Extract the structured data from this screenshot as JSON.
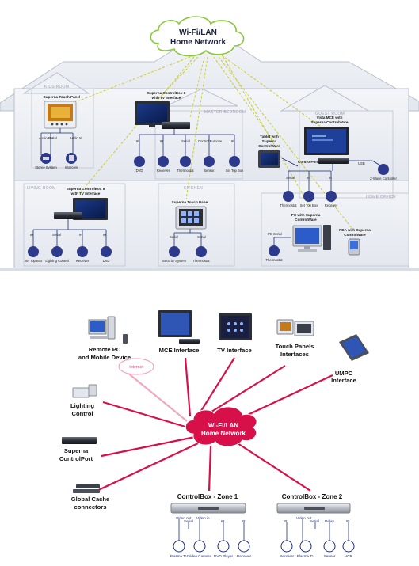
{
  "top": {
    "cloud_line1": "Wi-Fi/LAN",
    "cloud_line2": "Home Network",
    "rooms": {
      "kids": "KIDS ROOM",
      "master": "MASTER BEDROOM",
      "guest": "GUEST ROOM",
      "living": "LIVING ROOM",
      "kitchen": "KITCHEN",
      "office": "HOME OFFICE"
    },
    "kids_panel": "Superna Touch Panel",
    "kids_ports": [
      "Audio Out",
      "Serial",
      "Audio In"
    ],
    "kids_devices": [
      "Stereo System",
      "Intercom"
    ],
    "cbox2_line1": "Superna ControlBox II",
    "cbox2_line2": "with TV Interface",
    "master_ports": [
      "IR",
      "IR",
      "Serial",
      "Control Purpose",
      "IR"
    ],
    "master_devices": [
      "DVD",
      "Receiver",
      "Thermostat",
      "Sensor",
      "Set Top Box"
    ],
    "tablet_line1": "Tablet with",
    "tablet_line2": "Superna",
    "tablet_line3": "ControlWare",
    "vista_line1": "Vista MCE with",
    "vista_line2": "Superna ControlWare",
    "controlport": "ControlPort",
    "usb": "USB",
    "guest_ports": [
      "Serial",
      "IR",
      "IR"
    ],
    "guest_devices": [
      "Thermostat",
      "Set Top Box",
      "Receiver"
    ],
    "zwave": "Z-Wave Controller",
    "living_line1": "Superna ControlBox II",
    "living_line2": "with TV Interface",
    "living_ports": [
      "IR",
      "Serial",
      "IR",
      "IR"
    ],
    "living_devices": [
      "Set Top Box",
      "Lighting Control",
      "Receiver",
      "DVD"
    ],
    "kitchen_panel": "Superna Touch Panel",
    "kitchen_ports": [
      "Serial",
      "Serial"
    ],
    "kitchen_devices": [
      "Security System",
      "Thermostat"
    ],
    "pc_line1": "PC with Superna",
    "pc_line2": "ControlWare",
    "pc_serial": "PC Serial",
    "pc_device": "Thermostat",
    "pda_line1": "PDA with Superna",
    "pda_line2": "ControlWare"
  },
  "bottom": {
    "cloud_line1": "Wi-Fi/LAN",
    "cloud_line2": "Home Network",
    "internet": "Internet",
    "remote_line1": "Remote PC",
    "remote_line2": "and Mobile Device",
    "mce": "MCE Interface",
    "tv": "TV Interface",
    "touch_line1": "Touch Panels",
    "touch_line2": "Interfaces",
    "umpc_line1": "UMPC",
    "umpc_line2": "Interface",
    "lighting_line1": "Lighting",
    "lighting_line2": "Control",
    "superna_line1": "Superna",
    "superna_line2": "ControlPort",
    "global_line1": "Global Cache",
    "global_line2": "connectors",
    "zone1": "ControlBox - Zone 1",
    "zone2": "ControlBox - Zone 2",
    "zone1_ports": [
      "Video out",
      "Serial",
      "Video in",
      "IR",
      "IR"
    ],
    "zone1_devices": [
      "Plasma TV",
      "Video Camera",
      "DVD Player",
      "Receiver"
    ],
    "zone2_ports": [
      "IR",
      "Video out",
      "Serial",
      "Relay",
      "IR"
    ],
    "zone2_devices": [
      "Receiver",
      "Plasma TV",
      "Sensor",
      "VCR"
    ]
  },
  "colors": {
    "navy": "#1a2a7a",
    "device_circle": "#2d3a8c",
    "house_fill": "#e9ecf1",
    "house_line": "#b9bfcb",
    "wifi_link": "#c8cc30",
    "network_link": "#d8104a",
    "cloud_border": "#8cc63f"
  }
}
